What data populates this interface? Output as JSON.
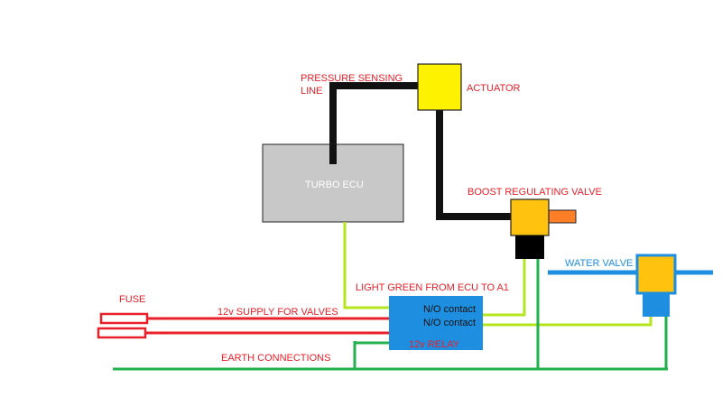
{
  "labels": {
    "pressure_line_1": "PRESSURE SENSING",
    "pressure_line_2": "LINE",
    "actuator": "ACTUATOR",
    "turbo_ecu": "TURBO ECU",
    "boost_valve": "BOOST REGULATING VALVE",
    "water_valve": "WATER VALVE",
    "light_green": "LIGHT GREEN FROM ECU TO A1",
    "fuse": "FUSE",
    "supply": "12v SUPPLY FOR VALVES",
    "no_contact_1": "N/O contact",
    "no_contact_2": "N/O contact",
    "relay": "12v RELAY",
    "earth": "EARTH CONNECTIONS"
  },
  "colors": {
    "ecu_fill": "#c8c8c8",
    "actuator_fill": "#fff200",
    "valve_fill": "#ffc20e",
    "valve_nozzle": "#ff7f27",
    "relay_fill": "#1e8fe0",
    "water_pipe": "#1e8fe0",
    "line_black": "#111111",
    "wire_red": "#e8202a",
    "wire_earth": "#22b14c",
    "wire_light_green": "#b5e61d"
  }
}
